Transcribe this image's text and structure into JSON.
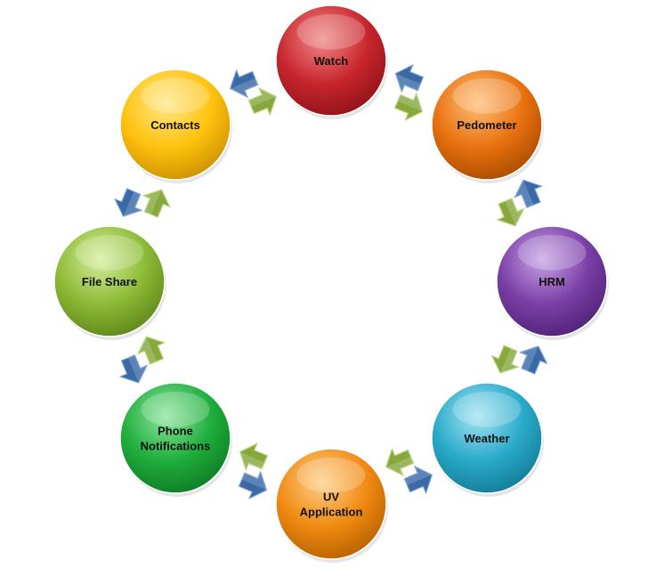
{
  "nodes": [
    {
      "id": "watch",
      "lines": [
        "Watch"
      ],
      "base": "#c8262d",
      "light": "#f08a8a",
      "dark": "#8e1118"
    },
    {
      "id": "pedometer",
      "lines": [
        "Pedometer"
      ],
      "base": "#e8710f",
      "light": "#ffc07a",
      "dark": "#a84a00"
    },
    {
      "id": "hrm",
      "lines": [
        "HRM"
      ],
      "base": "#7a3fa6",
      "light": "#c9a3e6",
      "dark": "#4f2174"
    },
    {
      "id": "weather",
      "lines": [
        "Weather"
      ],
      "base": "#29aac9",
      "light": "#a5e4f3",
      "dark": "#137a96"
    },
    {
      "id": "uv-application",
      "lines": [
        "UV",
        "Application"
      ],
      "base": "#f08a12",
      "light": "#ffd08a",
      "dark": "#b65e00"
    },
    {
      "id": "phone-notifications",
      "lines": [
        "Phone",
        "Notifications"
      ],
      "base": "#1fae3c",
      "light": "#8fe59f",
      "dark": "#0e7a24"
    },
    {
      "id": "file-share",
      "lines": [
        "File Share"
      ],
      "base": "#8cba35",
      "light": "#d6ee9e",
      "dark": "#5d8519"
    },
    {
      "id": "contacts",
      "lines": [
        "Contacts"
      ],
      "base": "#ffc20e",
      "light": "#ffe88a",
      "dark": "#c98f00"
    }
  ],
  "connectors": [
    {
      "id": "watch-pedometer"
    },
    {
      "id": "pedometer-hrm"
    },
    {
      "id": "hrm-weather"
    },
    {
      "id": "weather-uv-application"
    },
    {
      "id": "uv-application-phone-notifications"
    },
    {
      "id": "phone-notifications-file-share"
    },
    {
      "id": "file-share-contacts"
    },
    {
      "id": "contacts-watch"
    }
  ],
  "arrow_colors": {
    "blue": "#3a69a6",
    "blue_light": "#6d97cf",
    "green": "#86a83c",
    "green_light": "#b7d27a"
  }
}
